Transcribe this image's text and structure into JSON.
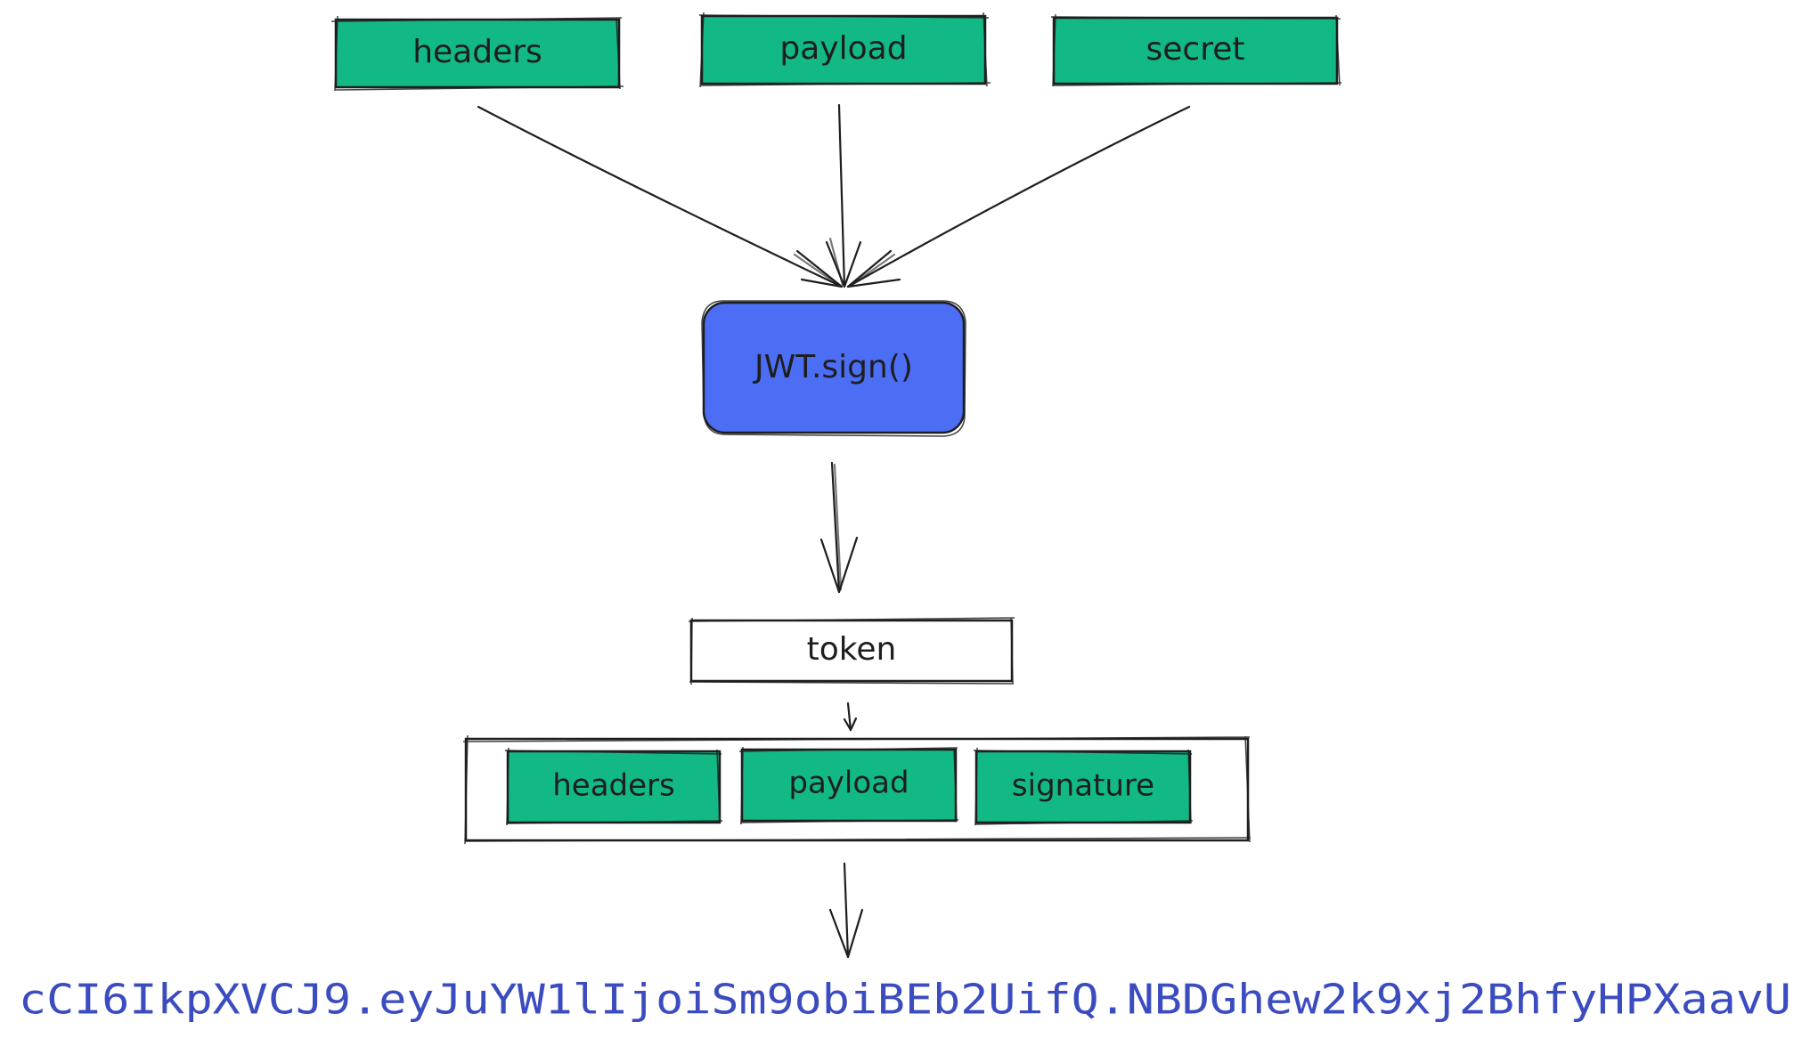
{
  "inputs": {
    "headers": "headers",
    "payload": "payload",
    "secret": "secret"
  },
  "sign_function": "JWT.sign()",
  "token_label": "token",
  "token_parts": {
    "headers": "headers",
    "payload": "payload",
    "signature": "signature"
  },
  "token_string": "cCI6IkpXVCJ9.eyJuYW1lIjoiSm9obiBEb2UifQ.NBDGhew2k9xj2BhfyHPXaavU",
  "colors": {
    "green_box": "#12b886",
    "blue_box": "#4c6ef5",
    "token_text": "#3b4cc0"
  }
}
